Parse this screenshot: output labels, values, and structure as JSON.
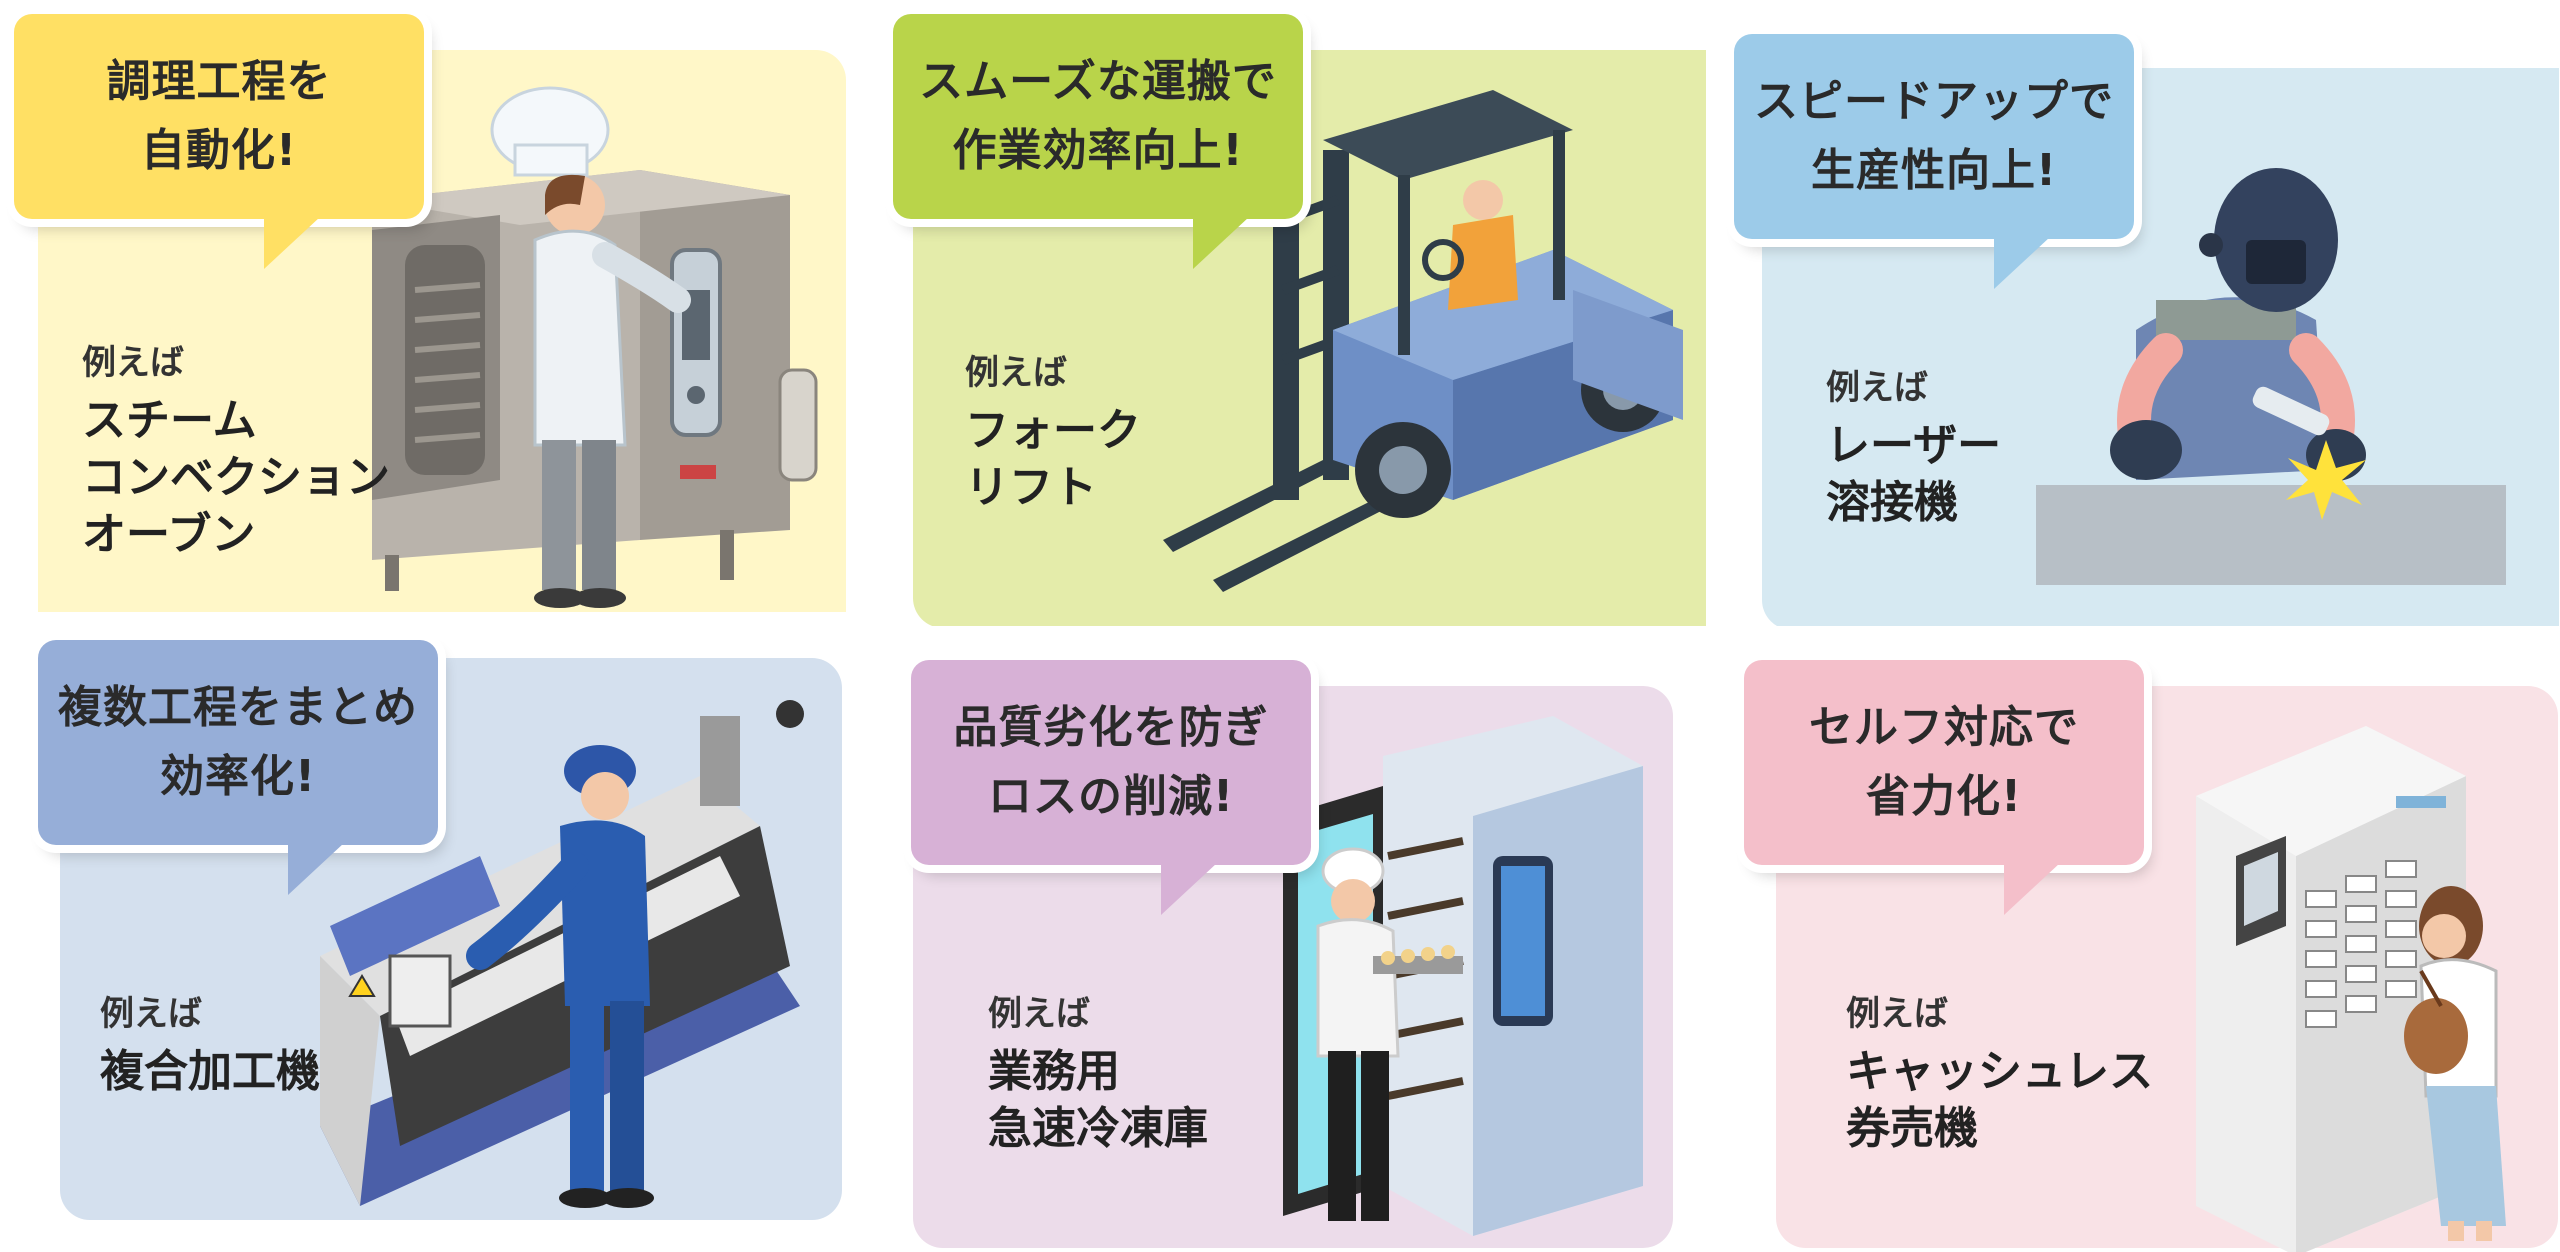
{
  "colors": {
    "card1_bg": "#fff7c8",
    "card1_bubble": "#ffe064",
    "card2_bg": "#e4ecaa",
    "card2_bubble": "#b9d44a",
    "card3_bg": "#d6e9f2",
    "card3_bubble": "#9ccbe9",
    "card4_bg": "#d4e0ee",
    "card4_bubble": "#96aed8",
    "card5_bg": "#ecdcea",
    "card5_bubble": "#d7b1d6",
    "card6_bg": "#f9e2e6",
    "card6_bubble": "#f4bfca"
  },
  "cards": [
    {
      "bubble": [
        "調理工程を",
        "自動化!"
      ],
      "lead": "例えば",
      "name": [
        "スチーム",
        "コンベクション",
        "オーブン"
      ],
      "illustration": "steam-convection-oven-icon"
    },
    {
      "bubble": [
        "スムーズな運搬で",
        "作業効率向上!"
      ],
      "lead": "例えば",
      "name": [
        "フォーク",
        "リフト"
      ],
      "illustration": "forklift-icon"
    },
    {
      "bubble": [
        "スピードアップで",
        "生産性向上!"
      ],
      "lead": "例えば",
      "name": [
        "レーザー",
        "溶接機"
      ],
      "illustration": "laser-welder-icon"
    },
    {
      "bubble": [
        "複数工程をまとめ",
        "効率化!"
      ],
      "lead": "例えば",
      "name": [
        "複合加工機"
      ],
      "illustration": "multitasking-machine-icon"
    },
    {
      "bubble": [
        "品質劣化を防ぎ",
        "ロスの削減!"
      ],
      "lead": "例えば",
      "name": [
        "業務用",
        "急速冷凍庫"
      ],
      "illustration": "blast-freezer-icon"
    },
    {
      "bubble": [
        "セルフ対応で",
        "省力化!"
      ],
      "lead": "例えば",
      "name": [
        "キャッシュレス",
        "券売機"
      ],
      "illustration": "ticket-machine-icon"
    }
  ]
}
